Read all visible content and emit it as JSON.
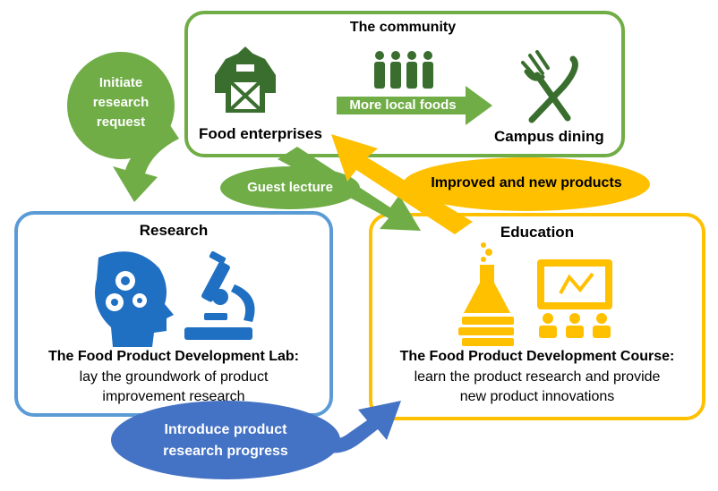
{
  "community": {
    "title": "The community",
    "food_enterprises": "Food enterprises",
    "campus_dining": "Campus  dining",
    "more_local_foods": "More local foods"
  },
  "research": {
    "title": "Research",
    "lab_title": "The Food Product Development Lab:",
    "lab_desc_1": "lay the groundwork of product",
    "lab_desc_2": "improvement research"
  },
  "education": {
    "title": "Education",
    "course_title": "The Food Product Development Course:",
    "course_desc_1": "learn the product research and provide",
    "course_desc_2": "new product innovations"
  },
  "flows": {
    "initiate_1": "Initiate",
    "initiate_2": "research",
    "initiate_3": "request",
    "guest_lecture": "Guest lecture",
    "improved": "Improved and new products",
    "introduce_1": "Introduce product",
    "introduce_2": "research progress"
  },
  "colors": {
    "green": "#70ad47",
    "blue": "#5b9bd5",
    "dark_blue": "#4472c4",
    "yellow": "#ffc000",
    "icon_green": "#3a6e2e",
    "icon_blue": "#1f6fc2",
    "icon_yellow": "#ffc000"
  }
}
